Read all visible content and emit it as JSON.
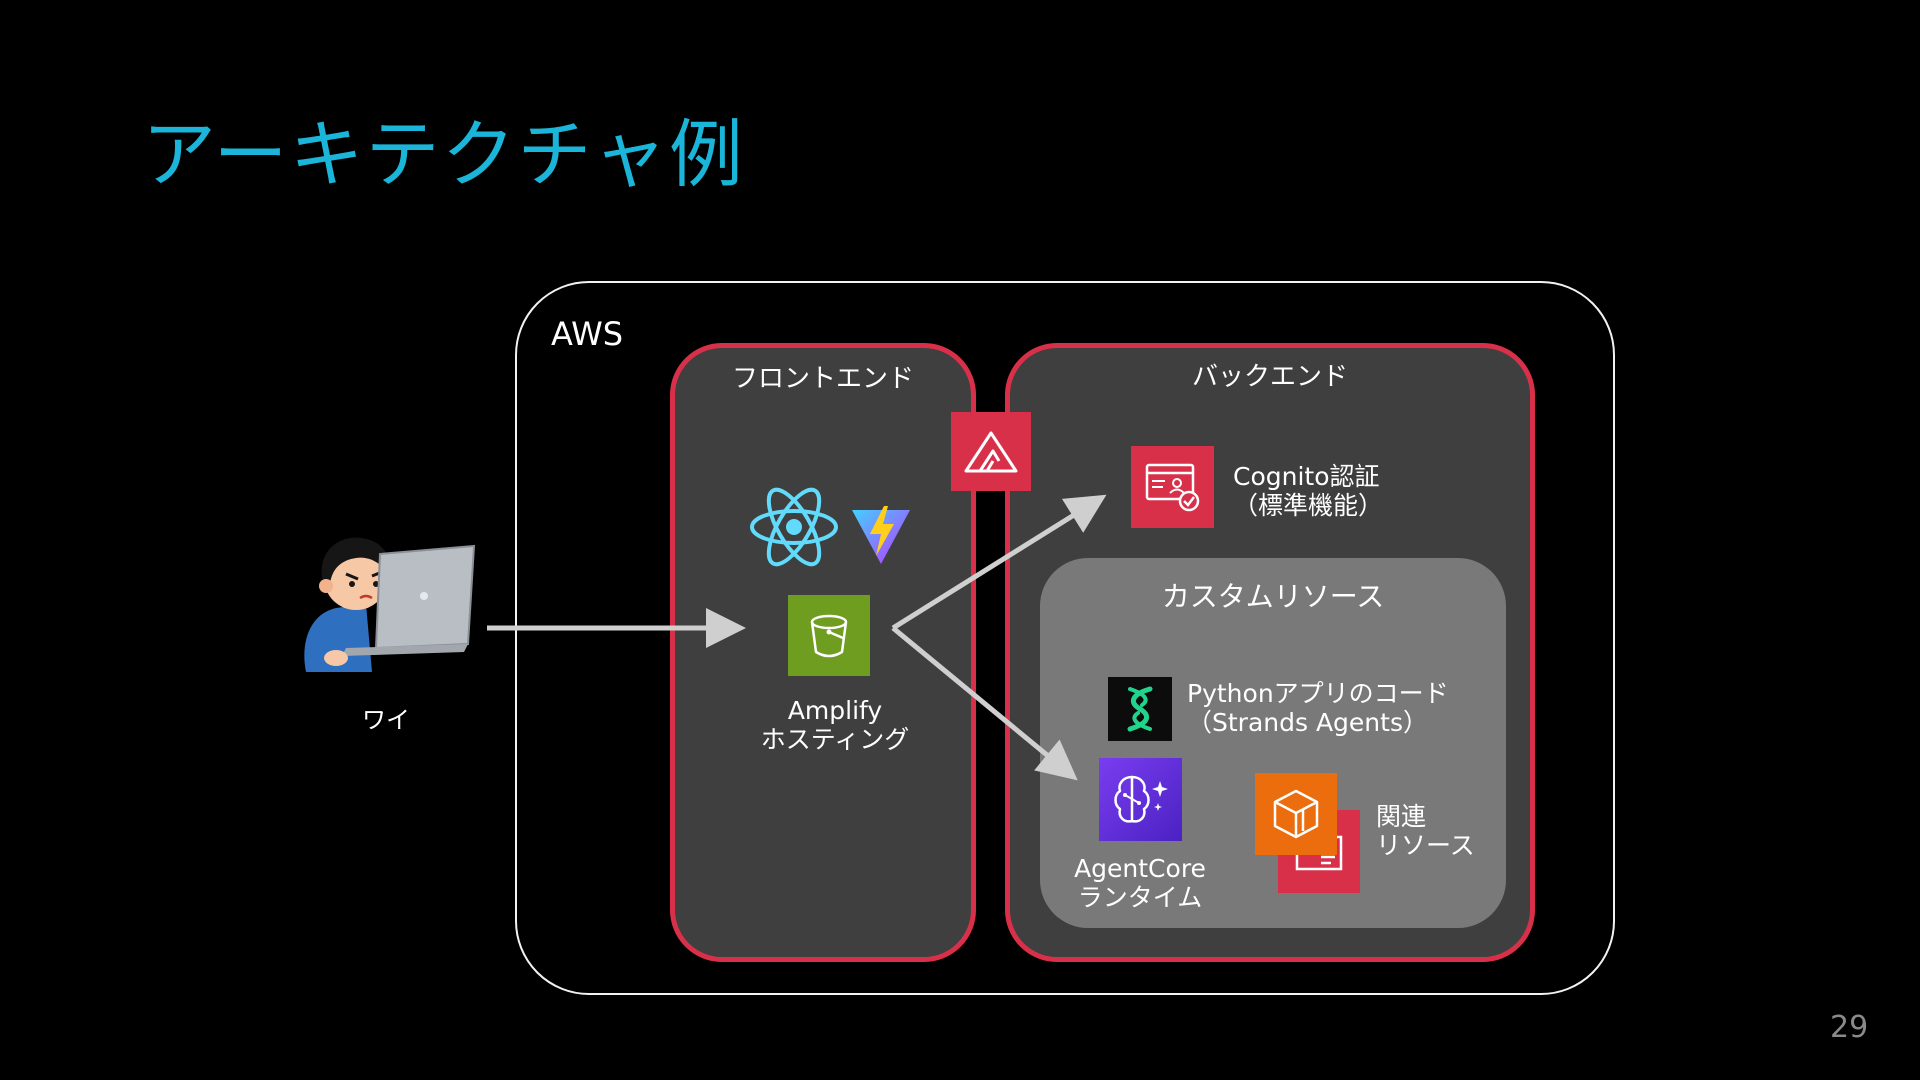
{
  "slide": {
    "title": "アーキテクチャ例",
    "page_number": "29"
  },
  "aws": {
    "label": "AWS"
  },
  "frontend": {
    "label": "フロントエンド",
    "amplify_line1": "Amplify",
    "amplify_line2": "ホスティング"
  },
  "backend": {
    "label": "バックエンド",
    "cognito_line1": "Cognito認証",
    "cognito_line2": "（標準機能）"
  },
  "custom_resources": {
    "label": "カスタムリソース",
    "python_line1": "Pythonアプリのコード",
    "python_line2": "（Strands Agents）",
    "agentcore_line1": "AgentCore",
    "agentcore_line2": "ランタイム",
    "related_line1": "関連",
    "related_line2": "リソース"
  },
  "user": {
    "label": "ワイ"
  },
  "colors": {
    "title": "#1ab5d8",
    "panel_border": "#d9304a",
    "panel_fill": "#3f3f3f",
    "custom_fill": "#797979",
    "s3_green": "#6e9d20",
    "resource_orange": "#ec6d0d",
    "agentcore_purple": "#6a33e0"
  },
  "icons": {
    "amplify": "amplify-icon",
    "react": "react-icon",
    "vite": "vite-icon",
    "s3": "s3-bucket-icon",
    "cognito": "cognito-icon",
    "strands": "strands-icon",
    "agentcore": "agentcore-icon",
    "resource": "resource-icon"
  }
}
